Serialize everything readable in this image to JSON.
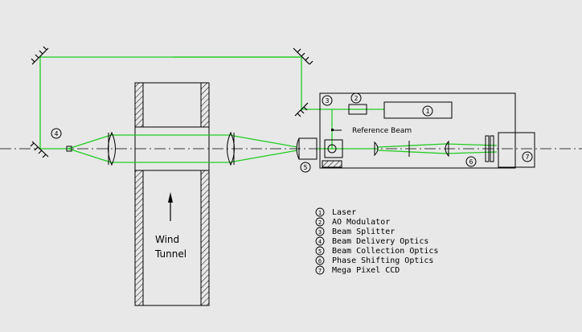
{
  "diagram": {
    "colors": {
      "background": "#e8e8e8",
      "line": "#000000",
      "beam": "#22cc22"
    },
    "wind_tunnel": {
      "line1": "Wind",
      "line2": "Tunnel"
    },
    "reference_beam_label": "Reference Beam",
    "callouts": {
      "c1": "1",
      "c2": "2",
      "c3": "3",
      "c4": "4",
      "c5": "5",
      "c6": "6",
      "c7": "7"
    },
    "legend": [
      {
        "num": "1",
        "text": "Laser"
      },
      {
        "num": "2",
        "text": "AO Modulator"
      },
      {
        "num": "3",
        "text": "Beam Splitter"
      },
      {
        "num": "4",
        "text": "Beam Delivery Optics"
      },
      {
        "num": "5",
        "text": "Beam Collection Optics"
      },
      {
        "num": "6",
        "text": "Phase Shifting Optics"
      },
      {
        "num": "7",
        "text": "Mega Pixel CCD"
      }
    ]
  }
}
